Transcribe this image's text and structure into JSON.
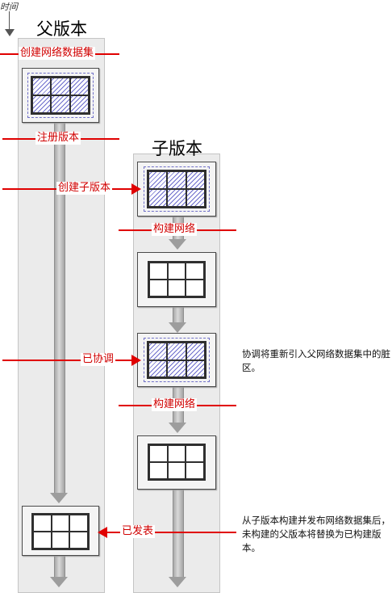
{
  "time_label": "时间",
  "parent_title": "父版本",
  "child_title": "子版本",
  "labels": {
    "create_dataset": "创建网络数据集",
    "register_version": "注册版本",
    "create_child": "创建子版本",
    "build_network_1": "构建网络",
    "reconciled": "已协调",
    "build_network_2": "构建网络",
    "posted": "已发表"
  },
  "notes": {
    "reconcile": "协调将重新引入父网络数据集中的脏区。",
    "post": "从子版本构建并发布网络数据集后，未构建的父版本将替换为已构建版本。"
  },
  "colors": {
    "red": "#e00000",
    "hatch": "#6b6bcc",
    "column": "#ebebeb",
    "arrow": "#a9a9a9"
  }
}
